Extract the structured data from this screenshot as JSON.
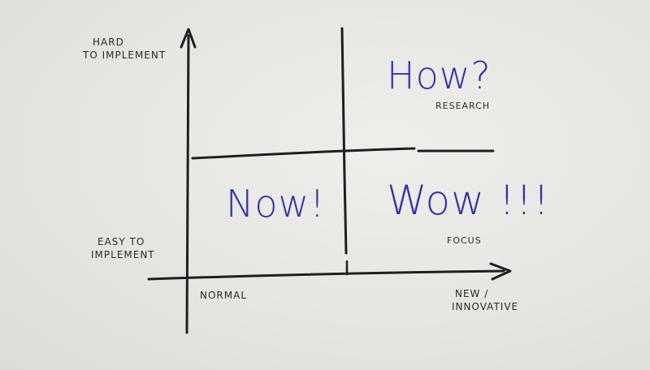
{
  "axes": {
    "y_top_label": [
      "HARD",
      "TO IMPLEMENT"
    ],
    "y_bottom_label": [
      "EASY TO",
      "IMPLEMENT"
    ],
    "x_left_label": "NORMAL",
    "x_right_label": [
      "NEW /",
      "INNOVATIVE"
    ]
  },
  "quadrants": {
    "bottom_left": {
      "title": "Now!"
    },
    "top_right": {
      "title": "How?",
      "tag": "RESEARCH"
    },
    "bottom_right": {
      "title": "Wow !!!",
      "tag": "FOCUS"
    }
  },
  "colors": {
    "ink_black": "#1f1f1f",
    "ink_blue": "#2f35a8",
    "board": "#e8e7e3"
  }
}
